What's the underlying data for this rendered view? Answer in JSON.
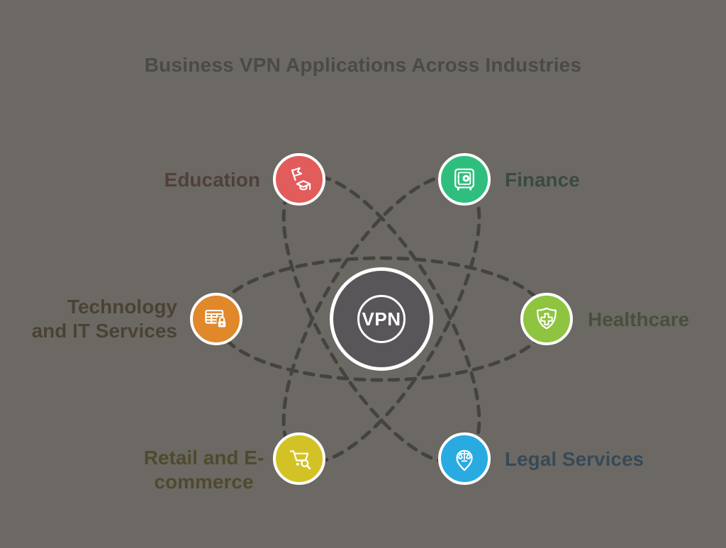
{
  "title": "Business VPN Applications Across Industries",
  "center": {
    "label": "VPN",
    "fill_color": "#59565a",
    "ring_color": "#ffffff"
  },
  "background_color": "#6c6965",
  "orbit_dash_color": "#454340",
  "nodes": [
    {
      "id": "education",
      "label": "Education",
      "color": "#e25c5c",
      "label_color": "#503f3c",
      "icon": "flag-graduation-cap-icon",
      "position": "top-left"
    },
    {
      "id": "finance",
      "label": "Finance",
      "color": "#2fbe7e",
      "label_color": "#3b4a41",
      "icon": "safe-vault-icon",
      "position": "top-right"
    },
    {
      "id": "technology",
      "label": "Technology\nand IT Services",
      "color": "#e0882a",
      "label_color": "#4a4334",
      "icon": "data-table-lock-icon",
      "position": "left"
    },
    {
      "id": "healthcare",
      "label": "Healthcare",
      "color": "#8ec43f",
      "label_color": "#48503b",
      "icon": "shield-medical-cross-icon",
      "position": "right"
    },
    {
      "id": "retail",
      "label": "Retail and E-\ncommerce",
      "color": "#d3c226",
      "label_color": "#4f4a2e",
      "icon": "shopping-cart-search-icon",
      "position": "bottom-left"
    },
    {
      "id": "legal",
      "label": "Legal Services",
      "color": "#29abe2",
      "label_color": "#364a56",
      "icon": "pin-justice-scales-icon",
      "position": "bottom-right"
    }
  ]
}
